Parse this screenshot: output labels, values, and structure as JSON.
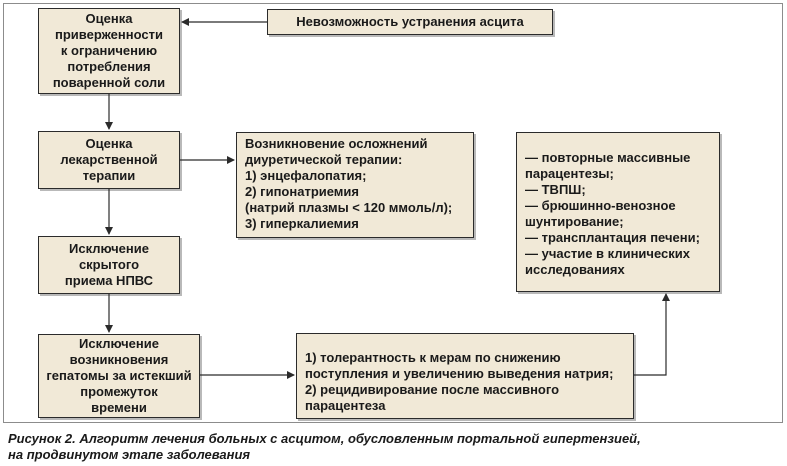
{
  "diagram": {
    "box_assess_salt": {
      "lines": [
        "Оценка",
        "приверженности",
        "к ограничению",
        "потребления",
        "поваренной соли"
      ]
    },
    "box_ascites": {
      "lines": [
        "Невозможность устранения асцита"
      ]
    },
    "box_assess_drugs": {
      "lines": [
        "Оценка",
        "лекарственной",
        "терапии"
      ]
    },
    "box_complications": {
      "lines": [
        "Возникновение осложнений",
        "диуретической терапии:",
        "1) энцефалопатия;",
        "2) гипонатриемия",
        "(натрий плазмы < 120 ммоль/л);",
        "3) гиперкалиемия"
      ]
    },
    "box_nsaid": {
      "lines": [
        "Исключение",
        "скрытого",
        "приема НПВС"
      ]
    },
    "box_options": {
      "lines": [
        "—  повторные массивные",
        "парацентезы;",
        "—  ТВПШ;",
        "—  брюшинно-венозное",
        "шунтирование;",
        "—  трансплантация печени;",
        "—  участие в клинических",
        "исследованиях"
      ]
    },
    "box_hepatoma": {
      "lines": [
        "Исключение",
        "возникновения",
        "гепатомы за истекший",
        "промежуток",
        "времени"
      ]
    },
    "box_tolerance": {
      "lines": [
        "1) толерантность к мерам по снижению",
        "поступления и увеличению выведения натрия;",
        "2) рецидивирование после массивного",
        "парацентеза"
      ]
    }
  },
  "caption": {
    "lines": [
      "Рисунок 2. Алгоритм лечения больных с асцитом, обусловленным портальной гипертензией,",
      "на продвинутом этапе заболевания"
    ]
  },
  "colors": {
    "box_fill": "#f1e9d7",
    "box_border": "#2b2b2b",
    "arrow": "#2b2b2b",
    "frame": "#8c8c8c"
  }
}
